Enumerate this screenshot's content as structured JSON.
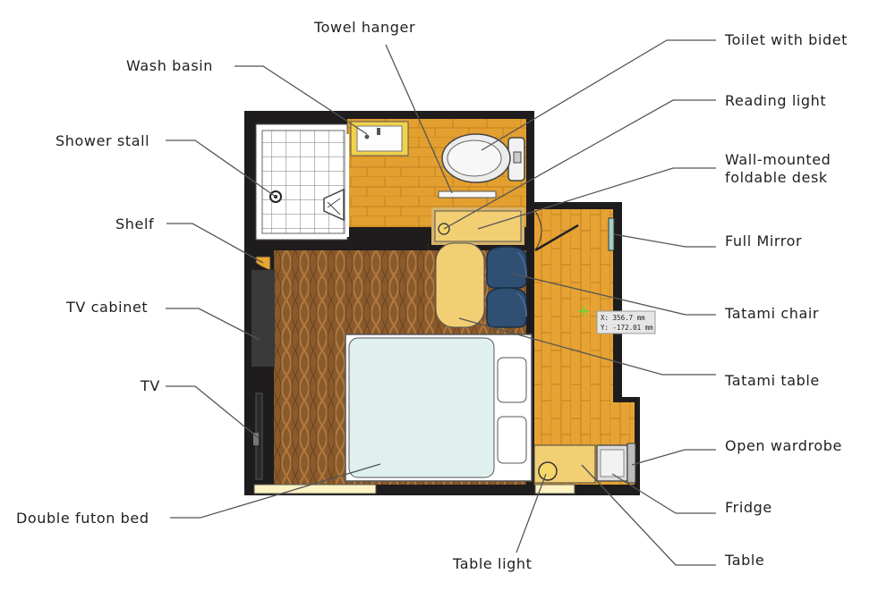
{
  "labels": {
    "towel_hanger": "Towel hanger",
    "toilet_with_bidet": "Toilet with bidet",
    "wash_basin": "Wash basin",
    "reading_light": "Reading light",
    "shower_stall": "Shower stall",
    "wall_mounted_desk_line1": "Wall-mounted",
    "wall_mounted_desk_line2": "foldable desk",
    "shelf": "Shelf",
    "full_mirror": "Full Mirror",
    "tv_cabinet": "TV cabinet",
    "tatami_chair": "Tatami chair",
    "tatami_table": "Tatami table",
    "tv": "TV",
    "open_wardrobe": "Open wardrobe",
    "fridge": "Fridge",
    "double_futon_bed": "Double futon bed",
    "table": "Table",
    "table_light": "Table light"
  },
  "cursor_readout": {
    "x": "X: 356.7 mm",
    "y": "Y: -172.01 mm"
  },
  "colors": {
    "wall": "#1e1c1c",
    "wood_floor": "#e3a030",
    "tatami_floor": "#8a5a2c",
    "tile": "#ffffff",
    "bed": "#dff0ef",
    "tatami_table": "#f2cf73",
    "chair": "#2f4f73",
    "window": "#fff3c4"
  }
}
